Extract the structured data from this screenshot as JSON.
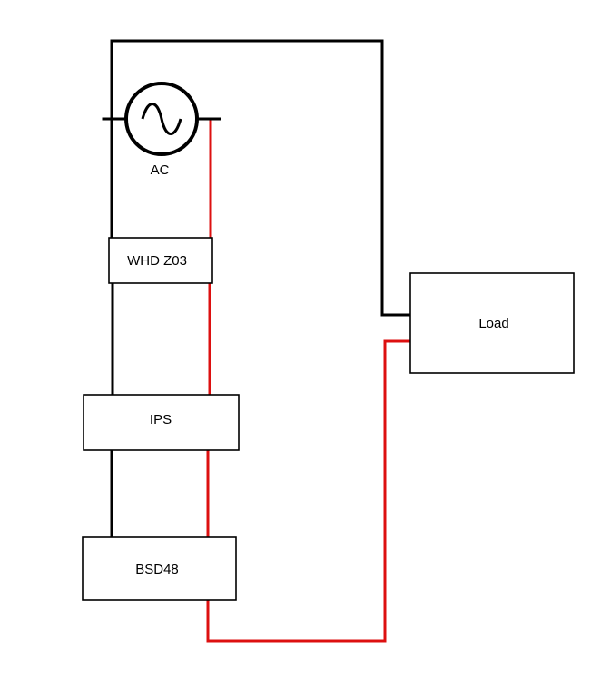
{
  "source": {
    "label": "AC",
    "icon": "ac-source-icon"
  },
  "components": {
    "whd": {
      "label": "WHD Z03"
    },
    "ips": {
      "label": "IPS"
    },
    "bsd": {
      "label": "BSD48"
    },
    "load": {
      "label": "Load"
    }
  },
  "colors": {
    "wire_black": "#000000",
    "wire_red": "#dd1010",
    "box_border": "#000000"
  }
}
